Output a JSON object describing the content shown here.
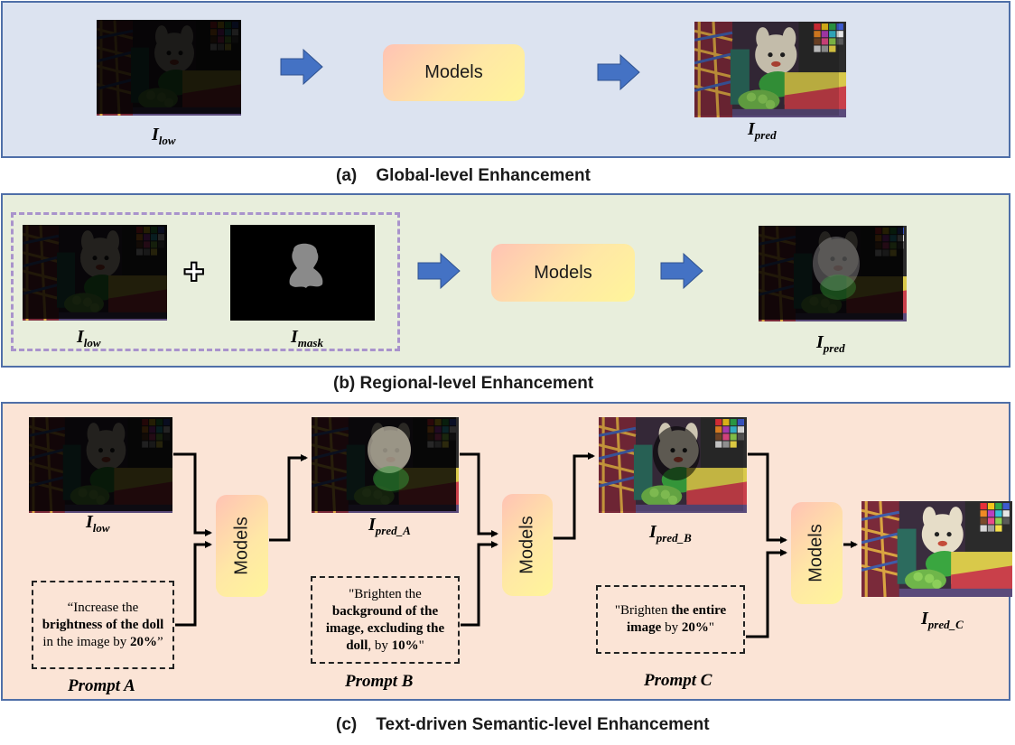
{
  "panel_a": {
    "caption": "(a)    Global-level Enhancement",
    "models_label": "Models",
    "input_label": {
      "main": "I",
      "sub": "low"
    },
    "output_label": {
      "main": "I",
      "sub": "pred"
    }
  },
  "panel_b": {
    "caption": "(b) Regional-level Enhancement",
    "models_label": "Models",
    "input_label": {
      "main": "I",
      "sub": "low"
    },
    "mask_label": {
      "main": "I",
      "sub": "mask"
    },
    "output_label": {
      "main": "I",
      "sub": "pred"
    },
    "plus_symbol": "✚"
  },
  "panel_c": {
    "caption": "(c)    Text-driven Semantic-level Enhancement",
    "models_label": "Models",
    "input_label": {
      "main": "I",
      "sub": "low"
    },
    "pred_a_label": {
      "main": "I",
      "sub": "pred_A"
    },
    "pred_b_label": {
      "main": "I",
      "sub": "pred_B"
    },
    "pred_c_label": {
      "main": "I",
      "sub": "pred_C"
    },
    "prompts": [
      {
        "name": "Prompt A",
        "parts": [
          {
            "text": "“Increase the ",
            "bold": false
          },
          {
            "text": "brightness of the doll",
            "bold": true
          },
          {
            "text": " in the image by ",
            "bold": false
          },
          {
            "text": "20%",
            "bold": true
          },
          {
            "text": "”",
            "bold": false
          }
        ]
      },
      {
        "name": "Prompt B",
        "parts": [
          {
            "text": "\"Brighten the ",
            "bold": false
          },
          {
            "text": "background of the image, excluding the doll",
            "bold": true
          },
          {
            "text": ", by ",
            "bold": false
          },
          {
            "text": "10%",
            "bold": true
          },
          {
            "text": "\"",
            "bold": false
          }
        ]
      },
      {
        "name": "Prompt C",
        "parts": [
          {
            "text": "\"Brighten ",
            "bold": false
          },
          {
            "text": "the entire image",
            "bold": true
          },
          {
            "text": " by ",
            "bold": false
          },
          {
            "text": "20%",
            "bold": true
          },
          {
            "text": "\"",
            "bold": false
          }
        ]
      }
    ]
  },
  "colors": {
    "panel_border": "#4f6fa8",
    "panel_a_bg": "#dce3f0",
    "panel_b_bg": "#e8eedc",
    "panel_c_bg": "#fbe4d6",
    "block_arrow": "#4472c4",
    "mask_dash": "#a993cc"
  }
}
